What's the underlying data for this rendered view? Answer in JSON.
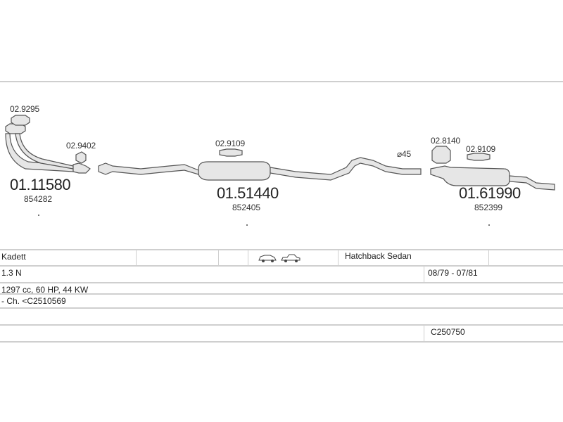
{
  "parts": {
    "ref_029295": "02.9295",
    "ref_029402": "02.9402",
    "ref_029109_mid": "02.9109",
    "diameter": "⌀45",
    "ref_028140": "02.8140",
    "ref_029109_rear": "02.9109",
    "front_number": "01.11580",
    "front_oe": "854282",
    "middle_number": "01.51440",
    "middle_oe": "852405",
    "rear_number": "01.61990",
    "rear_oe": "852399"
  },
  "vehicle": {
    "model": "Kadett",
    "body_type": "Hatchback Sedan",
    "engine": "1.3 N",
    "years": "08/79 - 07/81",
    "specs": "1297 cc, 60 HP, 44 KW",
    "chassis": "- Ch. <C2510569",
    "code": "C250750",
    "icons": [
      "hatchback-car-icon",
      "sedan-car-icon"
    ]
  },
  "colors": {
    "pipe": "#e6e6e6",
    "outline": "#555555",
    "grid": "#cfcfcf"
  }
}
